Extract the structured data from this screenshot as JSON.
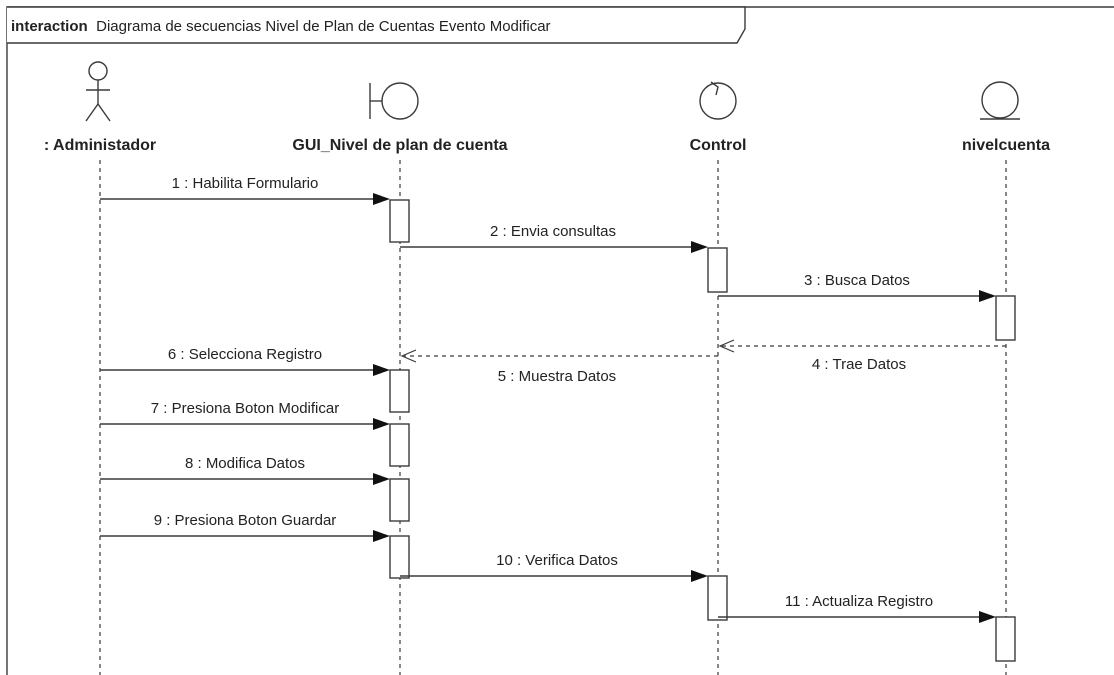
{
  "frame": {
    "keyword": "interaction",
    "name": "Diagrama de secuencias Nivel de Plan de Cuentas Evento Modificar"
  },
  "lifelines": [
    {
      "id": "admin",
      "label": ": Administador",
      "kind": "actor",
      "icon": "actor-icon"
    },
    {
      "id": "gui",
      "label": "GUI_Nivel de plan de cuenta",
      "kind": "boundary",
      "icon": "boundary-icon"
    },
    {
      "id": "control",
      "label": "Control",
      "kind": "control",
      "icon": "control-icon"
    },
    {
      "id": "entity",
      "label": "nivelcuenta",
      "kind": "entity",
      "icon": "entity-icon"
    }
  ],
  "messages": [
    {
      "label": "1 : Habilita Formulario",
      "from": "admin",
      "to": "gui",
      "type": "sync"
    },
    {
      "label": "2 : Envia consultas",
      "from": "gui",
      "to": "control",
      "type": "sync"
    },
    {
      "label": "3 : Busca Datos",
      "from": "control",
      "to": "entity",
      "type": "sync"
    },
    {
      "label": "4 : Trae Datos",
      "from": "entity",
      "to": "control",
      "type": "reply"
    },
    {
      "label": "5 : Muestra Datos",
      "from": "control",
      "to": "gui",
      "type": "reply"
    },
    {
      "label": "6 : Selecciona Registro",
      "from": "admin",
      "to": "gui",
      "type": "sync"
    },
    {
      "label": "7 : Presiona Boton Modificar",
      "from": "admin",
      "to": "gui",
      "type": "sync"
    },
    {
      "label": "8 : Modifica Datos",
      "from": "admin",
      "to": "gui",
      "type": "sync"
    },
    {
      "label": "9 : Presiona Boton Guardar",
      "from": "admin",
      "to": "gui",
      "type": "sync"
    },
    {
      "label": "10 : Verifica Datos",
      "from": "gui",
      "to": "control",
      "type": "sync"
    },
    {
      "label": "11 : Actualiza Registro",
      "from": "control",
      "to": "entity",
      "type": "sync"
    }
  ],
  "colors": {
    "line": "#3a3a3a",
    "text": "#222222",
    "background": "#ffffff"
  }
}
